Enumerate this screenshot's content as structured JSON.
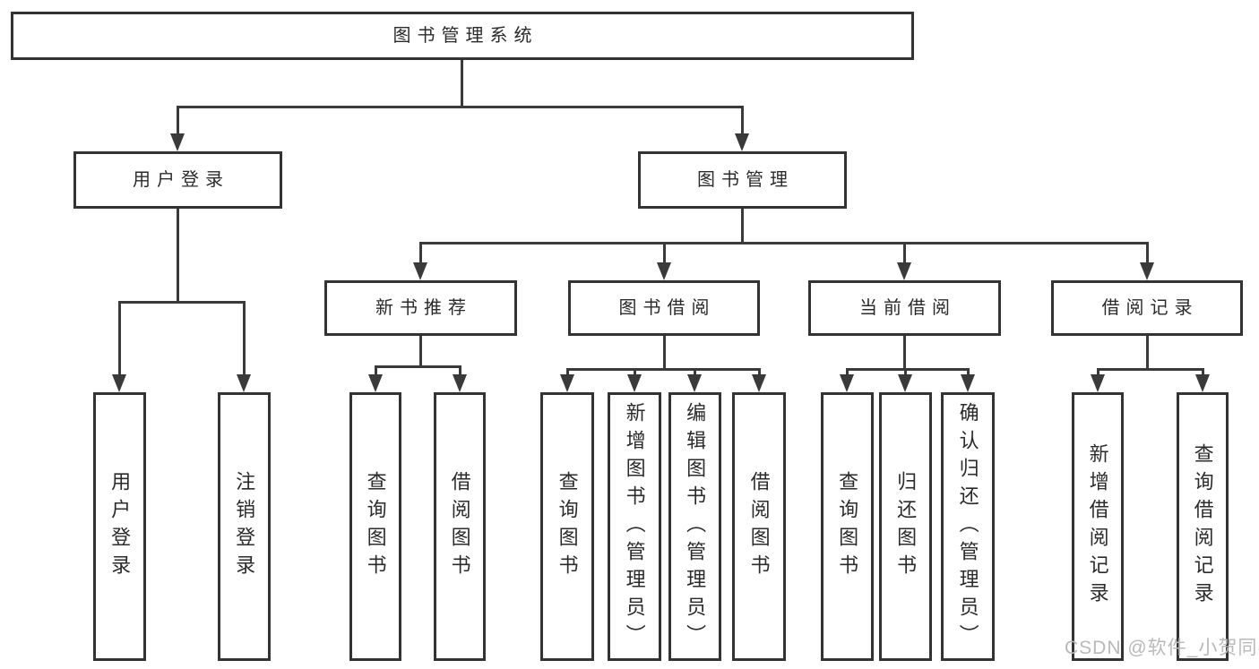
{
  "colors": {
    "box_border": "#333333",
    "line": "#3a3a3a",
    "text": "#2b2b2b",
    "watermark": "#b9b9b9",
    "background": "#ffffff"
  },
  "watermark": {
    "text": "CSDN @软件_小贺同学"
  },
  "tree": {
    "root": {
      "label": "图书管理系统",
      "children": [
        {
          "label": "用户登录",
          "children": [
            {
              "label": "用户登录"
            },
            {
              "label": "注销登录"
            }
          ]
        },
        {
          "label": "图书管理",
          "children": [
            {
              "label": "新书推荐",
              "children": [
                {
                  "label": "查询图书"
                },
                {
                  "label": "借阅图书"
                }
              ]
            },
            {
              "label": "图书借阅",
              "children": [
                {
                  "label": "查询图书"
                },
                {
                  "label": "新增图书（管理员）"
                },
                {
                  "label": "编辑图书（管理员）"
                },
                {
                  "label": "借阅图书"
                }
              ]
            },
            {
              "label": "当前借阅",
              "children": [
                {
                  "label": "查询图书"
                },
                {
                  "label": "归还图书"
                },
                {
                  "label": "确认归还（管理员）"
                }
              ]
            },
            {
              "label": "借阅记录",
              "children": [
                {
                  "label": "新增借阅记录"
                },
                {
                  "label": "查询借阅记录"
                }
              ]
            }
          ]
        }
      ]
    }
  }
}
